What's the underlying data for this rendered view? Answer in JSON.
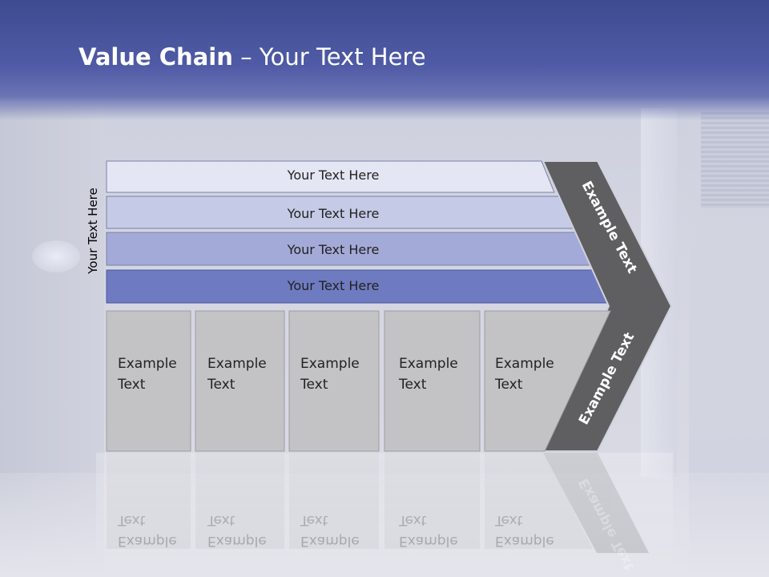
{
  "slide": {
    "title_bold": "Value Chain",
    "title_rest": " – Your Text Here",
    "side_label": "Your Text Here"
  },
  "bands": [
    {
      "label": "Your Text Here",
      "color": "#e4e7f3"
    },
    {
      "label": "Your Text Here",
      "color": "#c5cae6"
    },
    {
      "label": "Your Text Here",
      "color": "#a4aad8"
    },
    {
      "label": "Your Text Here",
      "color": "#6f7bc0"
    }
  ],
  "boxes": [
    {
      "line1": "Example",
      "line2": "Text"
    },
    {
      "line1": "Example",
      "line2": "Text"
    },
    {
      "line1": "Example",
      "line2": "Text"
    },
    {
      "line1": "Example",
      "line2": "Text"
    },
    {
      "line1": "Example",
      "line2": "Text"
    }
  ],
  "chevron": {
    "top_label": "Example Text",
    "bottom_label": "Example Text",
    "color": "#5f5f62"
  },
  "colors": {
    "title_bar": "#4f5ba6",
    "box_fill": "#c3c3c5",
    "box_border": "#9e9ea3"
  }
}
